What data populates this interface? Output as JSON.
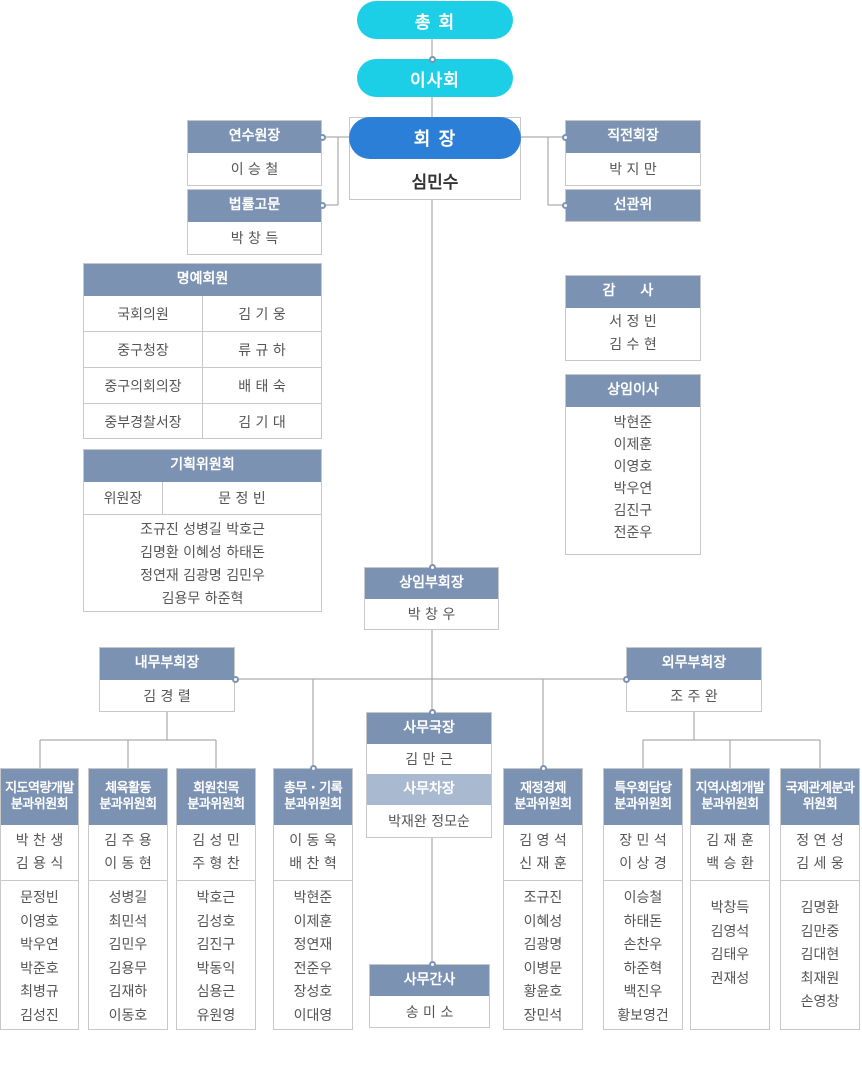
{
  "top": {
    "general_meeting": "총 회",
    "board": "이사회"
  },
  "president": {
    "title": "회 장",
    "name": "심민수"
  },
  "training_director": {
    "title": "연수원장",
    "name": "이 승 철"
  },
  "legal_advisor": {
    "title": "법률고문",
    "name": "박 창 득"
  },
  "former_president": {
    "title": "직전회장",
    "name": "박 지 만"
  },
  "election_committee": {
    "title": "선관위"
  },
  "honorary": {
    "title": "명예회원",
    "rows": [
      {
        "role": "국회의원",
        "name": "김 기 웅"
      },
      {
        "role": "중구청장",
        "name": "류 규 하"
      },
      {
        "role": "중구의회의장",
        "name": "배 태 숙"
      },
      {
        "role": "중부경찰서장",
        "name": "김 기 대"
      }
    ]
  },
  "planning": {
    "title": "기획위원회",
    "chair_label": "위원장",
    "chair_name": "문 정 빈",
    "members": [
      "조규진 성병길 박호근",
      "김명환 이혜성 하태돈",
      "정연재 김광명 김민우",
      "김용무 하준혁"
    ]
  },
  "auditor": {
    "title": "감 사",
    "names": [
      "서 정 빈",
      "김 수 현"
    ]
  },
  "standing_directors": {
    "title": "상임이사",
    "names": [
      "박현준",
      "이제훈",
      "이영호",
      "박우연",
      "김진구",
      "전준우"
    ]
  },
  "standing_vp": {
    "title": "상임부회장",
    "name": "박 창 우"
  },
  "internal_vp": {
    "title": "내무부회장",
    "name": "김 경 렬"
  },
  "external_vp": {
    "title": "외무부회장",
    "name": "조 주 완"
  },
  "secretariat": {
    "director_title": "사무국장",
    "director_name": "김 만 근",
    "deputy_title": "사무차장",
    "deputy_name": "박재완 정모순"
  },
  "secretary": {
    "title": "사무간사",
    "name": "송 미 소"
  },
  "committees": [
    {
      "title": "지도역량개발\n분과위원회",
      "leaders": [
        "박 찬 생",
        "김 용 식"
      ],
      "members": [
        "문정빈",
        "이영호",
        "박우연",
        "박준호",
        "최병규",
        "김성진"
      ]
    },
    {
      "title": "체육활동\n분과위원회",
      "leaders": [
        "김 주 용",
        "이 동 현"
      ],
      "members": [
        "성병길",
        "최민석",
        "김민우",
        "김용무",
        "김재하",
        "이동호"
      ]
    },
    {
      "title": "회원친목\n분과위원회",
      "leaders": [
        "김 성 민",
        "주 형 찬"
      ],
      "members": [
        "박호근",
        "김성호",
        "김진구",
        "박동익",
        "심용근",
        "유원영"
      ]
    },
    {
      "title": "총무 · 기록\n분과위원회",
      "leaders": [
        "이 동 욱",
        "배 찬 혁"
      ],
      "members": [
        "박현준",
        "이제훈",
        "정연재",
        "전준우",
        "장성호",
        "이대영"
      ]
    },
    {
      "title": "재정경제\n분과위원회",
      "leaders": [
        "김 영 석",
        "신 재 훈"
      ],
      "members": [
        "조규진",
        "이혜성",
        "김광명",
        "이병문",
        "황윤호",
        "장민석"
      ]
    },
    {
      "title": "특우회담당\n분과위원회",
      "leaders": [
        "장 민 석",
        "이 상 경"
      ],
      "members": [
        "이승철",
        "하태돈",
        "손찬우",
        "하준혁",
        "백진우",
        "황보영건"
      ]
    },
    {
      "title": "지역사회개발\n분과위원회",
      "leaders": [
        "김 재 훈",
        "백 승 환"
      ],
      "members": [
        "박창득",
        "김영석",
        "김태우",
        "권재성"
      ]
    },
    {
      "title": "국제관계분과\n위원회",
      "leaders": [
        "정 연 성",
        "김 세 웅"
      ],
      "members": [
        "김명환",
        "김만중",
        "김대현",
        "최재원",
        "손영창"
      ]
    }
  ],
  "colors": {
    "cyan": "#1ccfe6",
    "president_blue": "#2c7fd6",
    "header_gray_blue": "#7b92b3",
    "deputy_header": "#a9bad0",
    "line": "#999999"
  }
}
